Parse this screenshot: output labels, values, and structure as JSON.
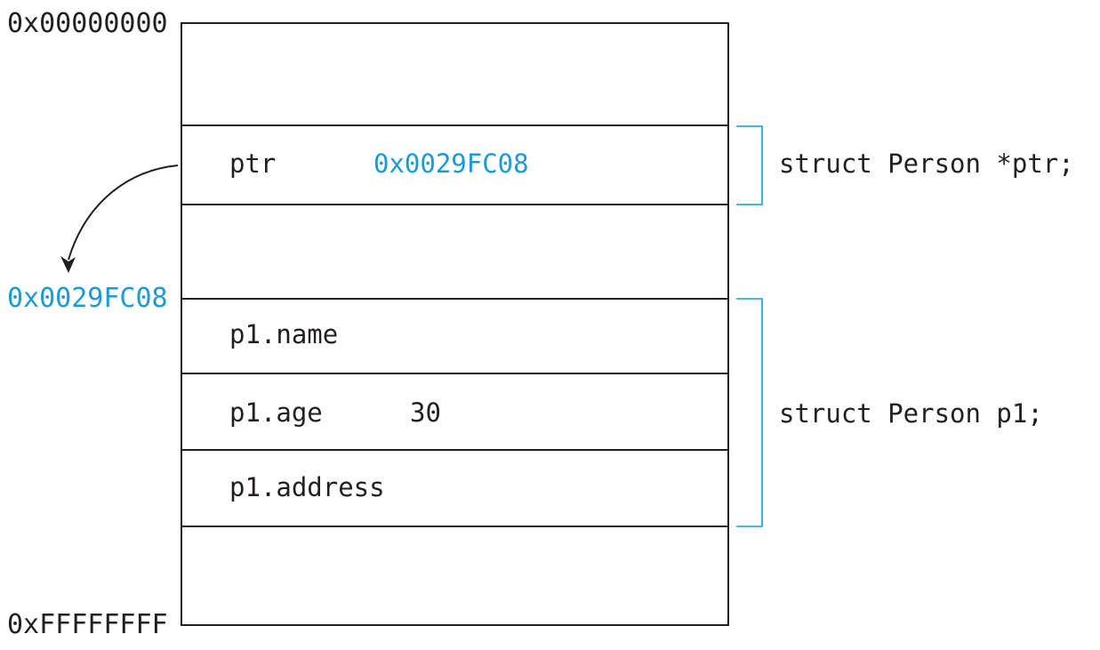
{
  "address_labels": {
    "top": "0x00000000",
    "target": "0x0029FC08",
    "bottom": "0xFFFFFFFF"
  },
  "cells": {
    "ptr": {
      "name": "ptr",
      "value": "0x0029FC08"
    },
    "p1_name": {
      "name": "p1.name"
    },
    "p1_age": {
      "name": "p1.age",
      "value": "30"
    },
    "p1_address": {
      "name": "p1.address"
    }
  },
  "declarations": {
    "ptr": "struct Person *ptr;",
    "p1": "struct Person p1;"
  },
  "colors": {
    "accent": "#1a9ad6",
    "ink": "#231f20"
  }
}
